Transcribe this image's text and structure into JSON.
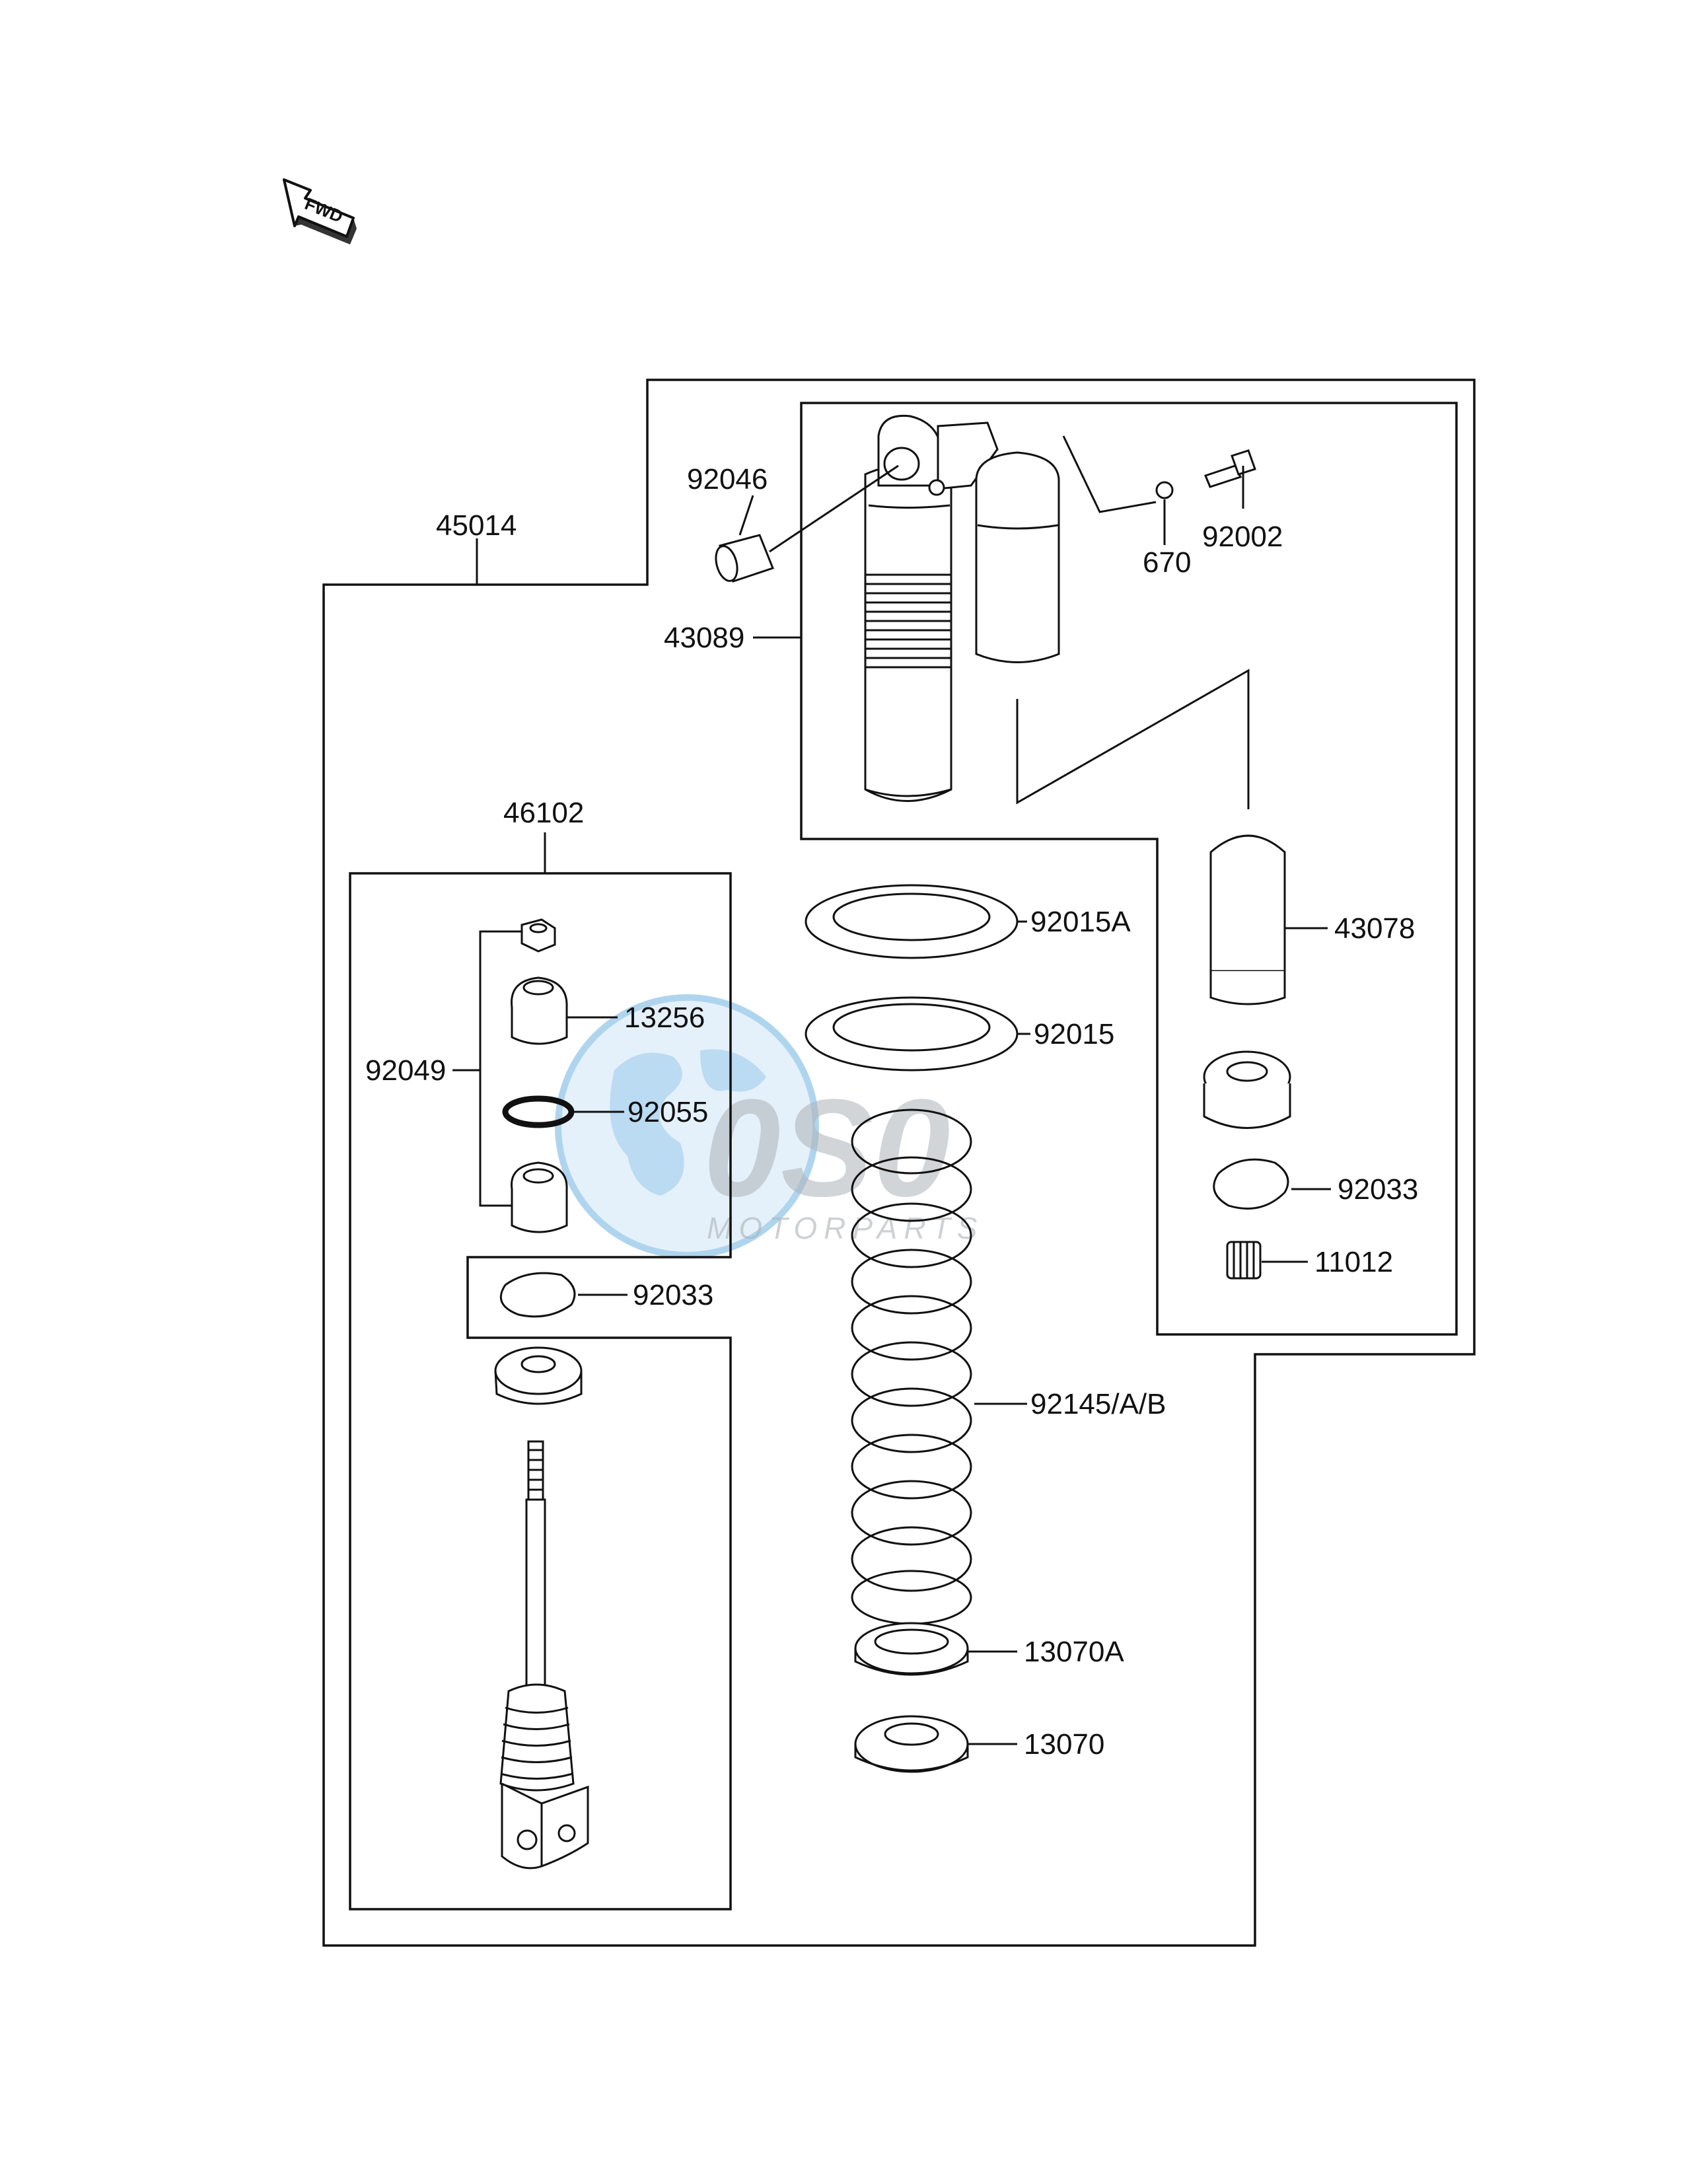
{
  "diagram": {
    "fwd_label": "FWD",
    "watermark": {
      "brand": "0S0",
      "sub": "MOTORPARTS"
    },
    "labels": {
      "p45014": "45014",
      "p92046": "92046",
      "p43089": "43089",
      "p670": "670",
      "p92002": "92002",
      "p46102": "46102",
      "p92015A": "92015A",
      "p43078": "43078",
      "p13256": "13256",
      "p92015": "92015",
      "p92049": "92049",
      "p92055": "92055",
      "p92033_right": "92033",
      "p11012": "11012",
      "p92033_left": "92033",
      "p92145": "92145/A/B",
      "p13070A": "13070A",
      "p13070": "13070"
    }
  }
}
